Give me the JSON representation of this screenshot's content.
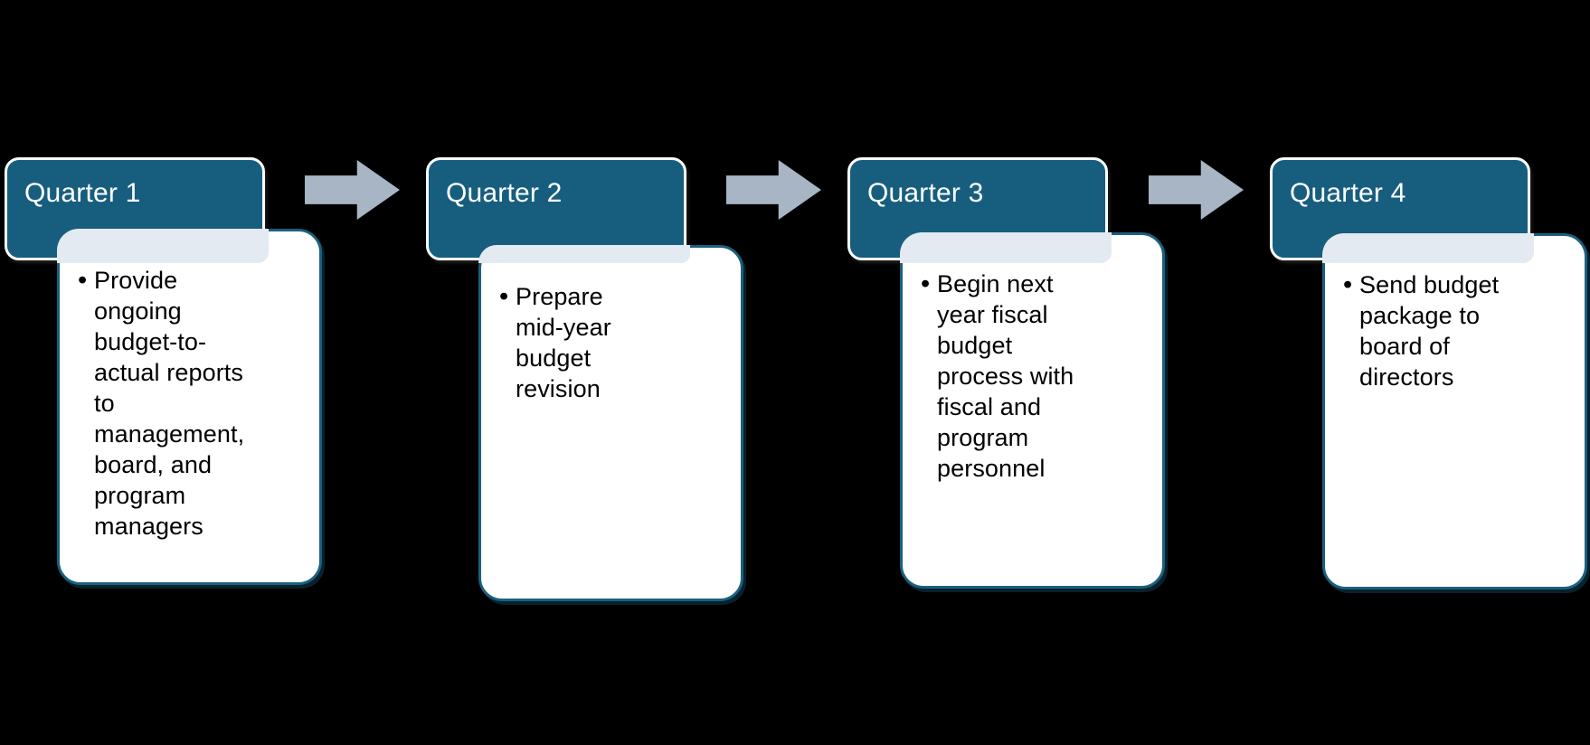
{
  "diagram_type": "quarterly-budget-cycle-process",
  "bullet_glyph": "•",
  "colors": {
    "background": "#000000",
    "header_fill": "#175E7E",
    "header_border": "#FFFFFF",
    "header_text": "#FFFFFF",
    "card_fill": "#FFFFFF",
    "card_border": "#1A607F",
    "accent_band": "#E4EAF1",
    "arrow": "#A8B5C4",
    "body_text": "#000000"
  },
  "quarters": [
    {
      "title": "Quarter 1",
      "bullet": "Provide\nongoing\nbudget-to-\nactual reports\nto\nmanagement,\nboard, and\nprogram\nmanagers"
    },
    {
      "title": "Quarter 2",
      "bullet": "Prepare\nmid-year\nbudget\nrevision"
    },
    {
      "title": "Quarter 3",
      "bullet": "Begin next\nyear fiscal\nbudget\nprocess with\nfiscal and\nprogram\npersonnel"
    },
    {
      "title": "Quarter 4",
      "bullet": "Send budget\npackage to\nboard of\ndirectors"
    }
  ]
}
